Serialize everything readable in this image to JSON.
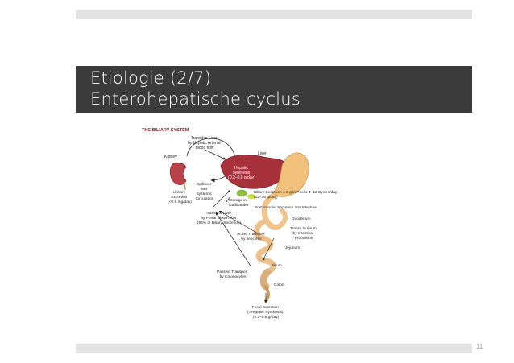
{
  "slide": {
    "title_line1": "Etiologie (2/7)",
    "title_line2": "Enterohepatische cyclus",
    "page_number": "11"
  },
  "figure": {
    "heading": "THE BILIARY SYSTEM",
    "labels": {
      "transit_liver_top": [
        "Transit to Liver",
        "by Hepatic Arterial",
        "Blood flow"
      ],
      "kidney": "Kidney",
      "liver": "Liver",
      "hepatic_synthesis": [
        "Hepatic",
        "Synthesis",
        "(0.2–0.6 g/day)"
      ],
      "spillover": [
        "Spillover",
        "into",
        "Systemic",
        "Circulation"
      ],
      "urinary_excretion": [
        "Urinary",
        "Excretion",
        "(<0.5 mg/day)"
      ],
      "storage_gallbladder": [
        "Storage in",
        "Gallbladder"
      ],
      "biliary_secretion": [
        "Biliary Secretion = 3 g in Pool x 4–12 Cycles/day",
        "(12–36 g/day)"
      ],
      "postprandial": "Postprandial Secretion into Intestine",
      "transit_portal": [
        "Transit to Liver",
        "by Portal Blood Flow",
        "(95% of Biliary Secretion)"
      ],
      "duodenum": "Duodenum",
      "transit_ileum": [
        "Transit to Ileum",
        "by Intestinal",
        "Propulsion"
      ],
      "active_transport": [
        "Active Transport",
        "by Ileocytes"
      ],
      "jejunum": "Jejunum",
      "ileum": "Ileum",
      "passive_transport": [
        "Passive Transport",
        "by Colonocytes"
      ],
      "colon": "Colon",
      "fecal_excretion": [
        "Fecal Excretion",
        "(=Hepatic Synthesis)",
        "(0.2–0.6 g/day)"
      ]
    }
  }
}
